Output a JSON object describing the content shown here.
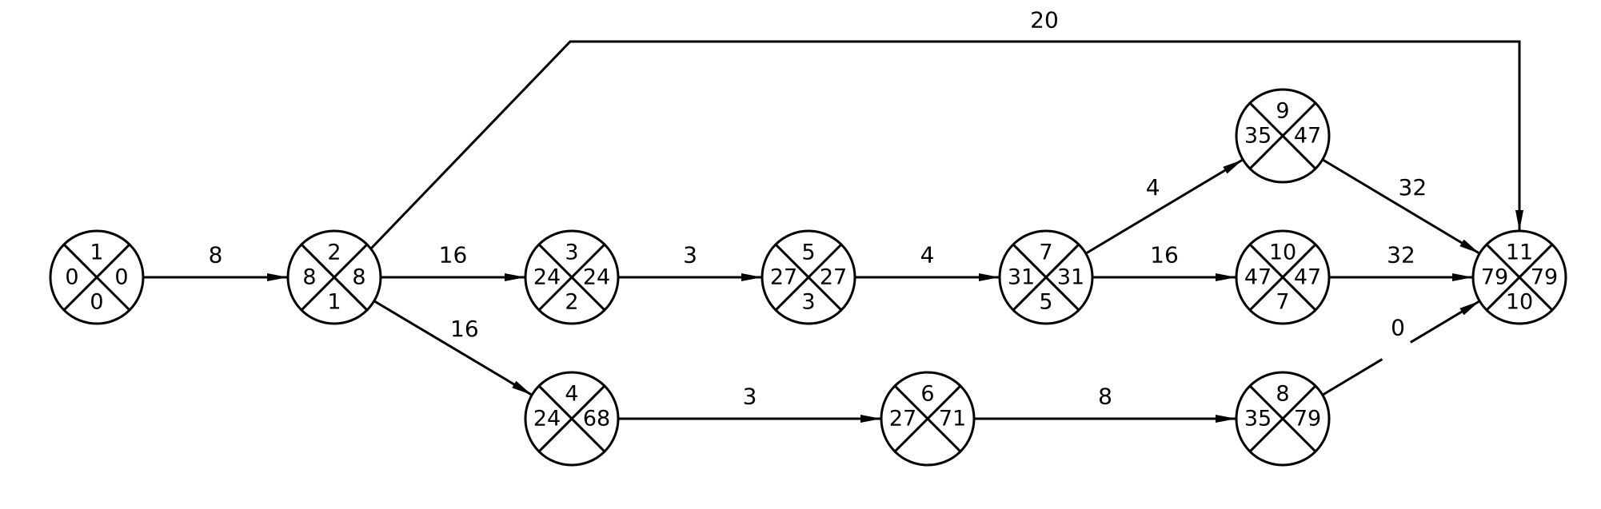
{
  "nodes": [
    {
      "id": "1",
      "top": "1",
      "left": "0",
      "right": "0",
      "bottom": "0"
    },
    {
      "id": "2",
      "top": "2",
      "left": "8",
      "right": "8",
      "bottom": "1"
    },
    {
      "id": "3",
      "top": "3",
      "left": "24",
      "right": "24",
      "bottom": "2"
    },
    {
      "id": "4",
      "top": "4",
      "left": "24",
      "right": "68",
      "bottom": ""
    },
    {
      "id": "5",
      "top": "5",
      "left": "27",
      "right": "27",
      "bottom": "3"
    },
    {
      "id": "6",
      "top": "6",
      "left": "27",
      "right": "71",
      "bottom": ""
    },
    {
      "id": "7",
      "top": "7",
      "left": "31",
      "right": "31",
      "bottom": "5"
    },
    {
      "id": "8",
      "top": "8",
      "left": "35",
      "right": "79",
      "bottom": ""
    },
    {
      "id": "9",
      "top": "9",
      "left": "35",
      "right": "47",
      "bottom": ""
    },
    {
      "id": "10",
      "top": "10",
      "left": "47",
      "right": "47",
      "bottom": "7"
    },
    {
      "id": "11",
      "top": "11",
      "left": "79",
      "right": "79",
      "bottom": "10"
    }
  ],
  "edges": [
    {
      "from": "1",
      "to": "2",
      "duration": "8",
      "style": "solid"
    },
    {
      "from": "2",
      "to": "3",
      "duration": "16",
      "style": "solid"
    },
    {
      "from": "2",
      "to": "4",
      "duration": "16",
      "style": "solid"
    },
    {
      "from": "2",
      "to": "11",
      "duration": "20",
      "style": "solid"
    },
    {
      "from": "3",
      "to": "5",
      "duration": "3",
      "style": "solid"
    },
    {
      "from": "5",
      "to": "7",
      "duration": "4",
      "style": "solid"
    },
    {
      "from": "7",
      "to": "9",
      "duration": "4",
      "style": "solid"
    },
    {
      "from": "7",
      "to": "10",
      "duration": "16",
      "style": "solid"
    },
    {
      "from": "9",
      "to": "11",
      "duration": "32",
      "style": "solid"
    },
    {
      "from": "10",
      "to": "11",
      "duration": "32",
      "style": "solid"
    },
    {
      "from": "4",
      "to": "6",
      "duration": "3",
      "style": "solid"
    },
    {
      "from": "6",
      "to": "8",
      "duration": "8",
      "style": "solid"
    },
    {
      "from": "8",
      "to": "11",
      "duration": "0",
      "style": "dashed"
    }
  ]
}
